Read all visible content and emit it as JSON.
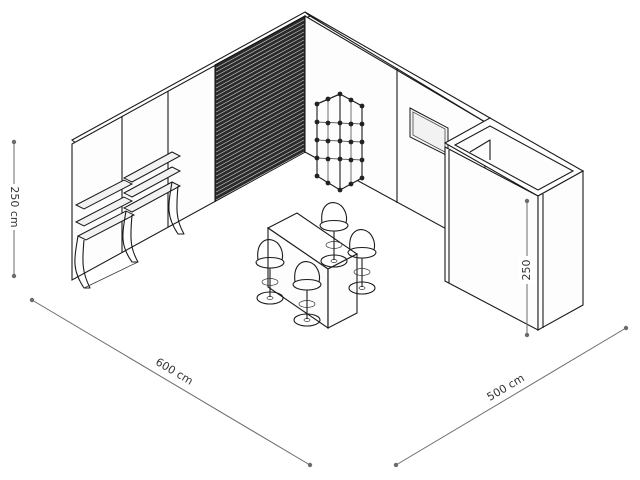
{
  "dimensions": {
    "height_label": "250 cm",
    "width_label": "600 cm",
    "depth_label": "500 cm",
    "cabin_height_label": "250"
  },
  "colors": {
    "line": "#1b1b1b",
    "dimension_line": "#6b6b6b",
    "slat_panel": "#2a2a2a",
    "background": "#ffffff"
  }
}
